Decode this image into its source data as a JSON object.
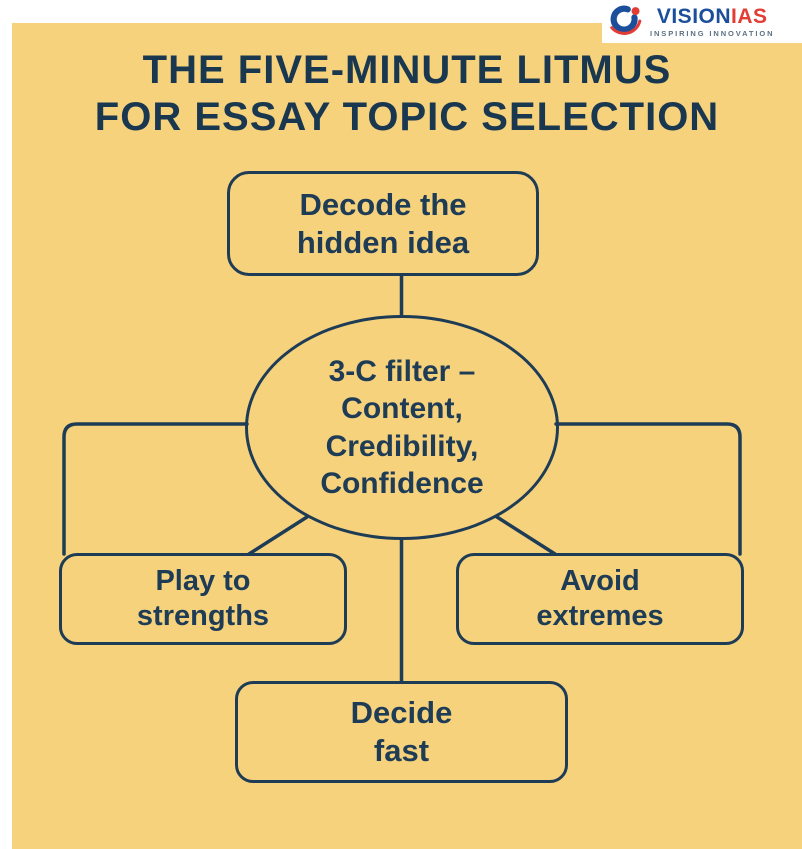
{
  "colors": {
    "panel_yellow": "#f6d27d",
    "ink_navy": "#1e3c55",
    "title_navy": "#1a3750",
    "logo_blue": "#1b4e9b",
    "logo_red": "#e23d34",
    "tagline_gray": "#5c7086",
    "background_white": "#ffffff"
  },
  "logo": {
    "vision": "VISION",
    "ias": "IAS",
    "tagline": "INSPIRING  INNOVATION"
  },
  "title": "THE FIVE-MINUTE LITMUS\nFOR ESSAY TOPIC SELECTION",
  "diagram": {
    "top_box": "Decode the\nhidden idea",
    "center_ellipse": "3-C filter –\nContent,\nCredibility,\nConfidence",
    "left_box": "Play to\nstrengths",
    "right_box": "Avoid\nextremes",
    "bottom_box": "Decide\nfast"
  }
}
